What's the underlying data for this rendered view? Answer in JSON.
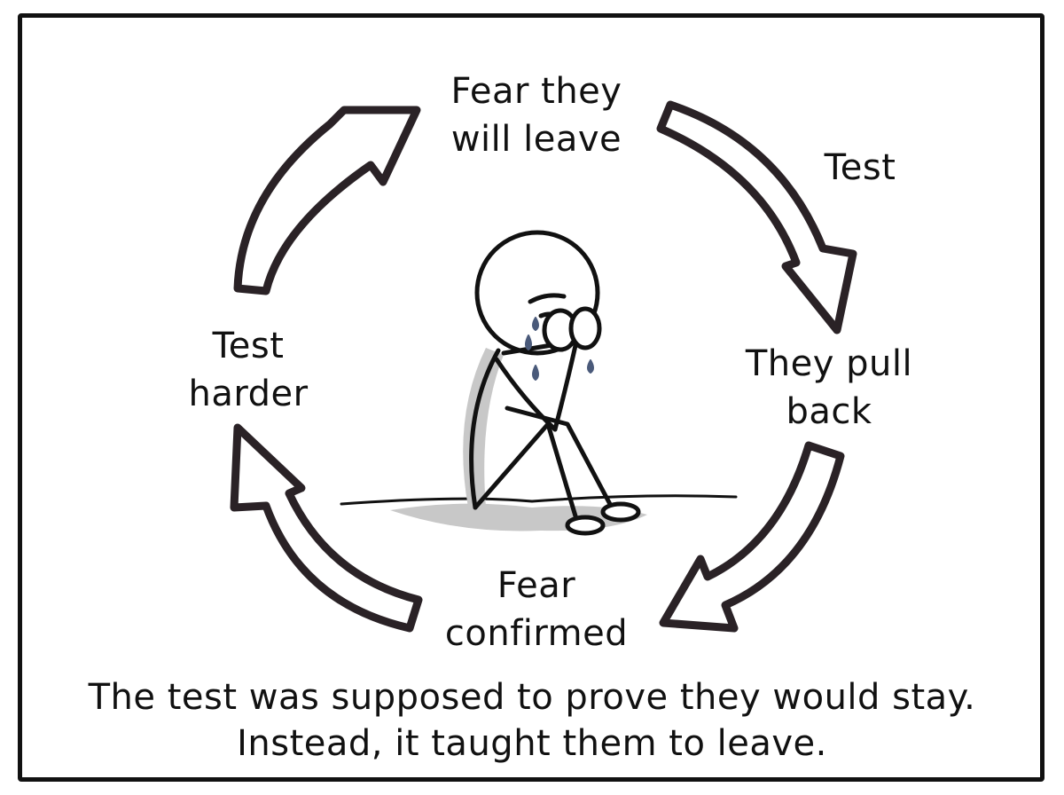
{
  "cycle": {
    "top": {
      "line1": "Fear they",
      "line2": "will leave"
    },
    "edge_top_right": "Test",
    "right": {
      "line1": "They pull",
      "line2": "back"
    },
    "bottom": {
      "line1": "Fear",
      "line2": "confirmed"
    },
    "left": {
      "line1": "Test",
      "line2": "harder"
    }
  },
  "caption": {
    "line1": "The test was supposed to prove they would stay.",
    "line2": "Instead, it taught them to leave."
  },
  "colors": {
    "ink": "#111111",
    "arrow_outline": "#2a2226",
    "arrow_fill": "#ffffff",
    "shadow": "#c8c8c8",
    "tear": "#4a5a7a"
  },
  "illustration": {
    "subject": "crying stick figure sitting with head in hands",
    "icon": "crying-figure-icon"
  }
}
